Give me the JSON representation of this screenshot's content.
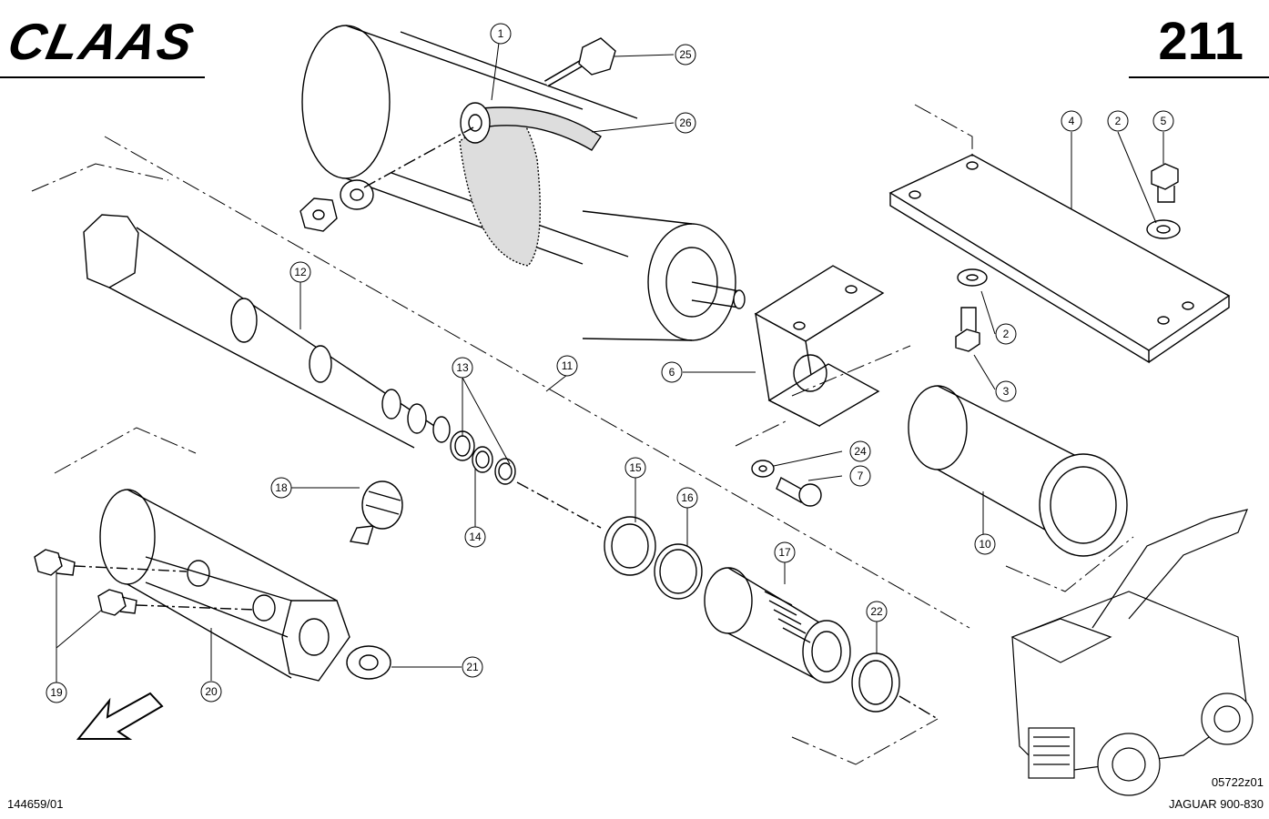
{
  "header": {
    "brand": "CLAAS",
    "page_number": "211"
  },
  "footer": {
    "left_ref": "144659/01",
    "image_ref": "05722z01",
    "model": "JAGUAR 900-830"
  },
  "callouts": [
    "1",
    "2",
    "3",
    "4",
    "5",
    "6",
    "7",
    "10",
    "11",
    "12",
    "13",
    "14",
    "15",
    "16",
    "17",
    "18",
    "19",
    "20",
    "21",
    "22",
    "24",
    "25",
    "26"
  ]
}
